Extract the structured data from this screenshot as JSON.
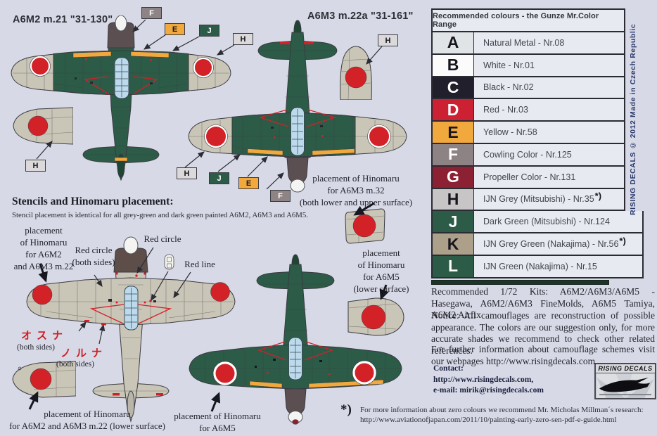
{
  "colors": {
    "background": "#d7dae6",
    "dark_green": "#2c5b47",
    "deep_green": "#1f4534",
    "grey_green": "#c9c5b7",
    "hinomaru_red": "#d32128",
    "yellow": "#f1a83c",
    "cowling_grey": "#5b4f52",
    "cowling_brown": "#5d4e49",
    "maroon": "#8d2134",
    "canopy_blue": "#bcdaec"
  },
  "titles": {
    "plane1": "A6M2 m.21 \"31-130\"",
    "plane2": "A6M3 m.22a \"31-161\""
  },
  "callout_letters": {
    "f": "F",
    "e": "E",
    "j": "J",
    "h": "H"
  },
  "stencil_section": {
    "heading": "Stencils and Hinomaru placement:",
    "body": "Stencil placement is identical for all grey-green and dark green painted A6M2, A6M3 and A6M5."
  },
  "annotations": {
    "hinomaru_a6m2_wing": "placement\nof Hinomaru\nfor A6M2\nand A6M3 m.22",
    "red_circle_both": "Red circle\n(both sides)",
    "red_circle": "Red circle",
    "red_line": "Red line",
    "hinomaru_a6m3_m32": "placement of Hinomaru\nfor A6M3 m.32\n(both lower and upper surface)",
    "hinomaru_a6m5_lower": "placement\nof Hinomaru\nfor A6M5\n(lower surface)",
    "osuna": "オスナ",
    "noruna": "ノルナ",
    "both_sides": "(both sides)",
    "hinomaru_lower_left": "placement of Hinomaru\nfor A6M2 and A6M3 m.22 (lower surface)",
    "hinomaru_a6m5": "placement of Hinomaru\nfor A6M5"
  },
  "color_chart": {
    "title": "Recommended colours - the Gunze Mr.Color Range",
    "rows": [
      {
        "letter": "A",
        "label": "Natural Metal - Nr.08",
        "note": "",
        "swatch": "#e1e4e6",
        "text": "#16161c",
        "wide": false
      },
      {
        "letter": "B",
        "label": "White - Nr.01",
        "note": "",
        "swatch": "#fbfbfc",
        "text": "#16161c",
        "wide": false
      },
      {
        "letter": "C",
        "label": "Black - Nr.02",
        "note": "",
        "swatch": "#211f2b",
        "text": "#ffffff",
        "wide": false
      },
      {
        "letter": "D",
        "label": "Red - Nr.03",
        "note": "",
        "swatch": "#cb2133",
        "text": "#ffffff",
        "wide": false
      },
      {
        "letter": "E",
        "label": "Yellow - Nr.58",
        "note": "",
        "swatch": "#f1a83c",
        "text": "#16161c",
        "wide": false
      },
      {
        "letter": "F",
        "label": "Cowling Color - Nr.125",
        "note": "",
        "swatch": "#8d8385",
        "text": "#ffffff",
        "wide": false
      },
      {
        "letter": "G",
        "label": "Propeller Color - Nr.131",
        "note": "",
        "swatch": "#8d2134",
        "text": "#ffffff",
        "wide": false
      },
      {
        "letter": "H",
        "label": "IJN Grey (Mitsubishi) - Nr.35",
        "note": "*)",
        "swatch": "#c7c5c6",
        "text": "#16161c",
        "wide": false
      },
      {
        "letter": "J",
        "label": "Dark Green (Mitsubishi) - Nr.124",
        "note": "",
        "swatch": "#2c5b47",
        "text": "#ffffff",
        "wide": true
      },
      {
        "letter": "K",
        "label": "IJN Grey Green (Nakajima) - Nr.56",
        "note": "*)",
        "swatch": "#aca08a",
        "text": "#16161c",
        "wide": true
      },
      {
        "letter": "L",
        "label": "IJN Green (Nakajima) - Nr.15",
        "note": "",
        "swatch": "#2c5b47",
        "text": "#ffffff",
        "wide": true
      }
    ]
  },
  "info_paragraphs": {
    "kits": "Recommended 1/72 Kits: A6M2/A6M3/A6M5 - Hasegawa, A6M2/A6M3 FineMolds, A6M5 Tamiya, A6M2 Airfix",
    "notice": "Notice: All camouflages are reconstruction of possible appearance. The colors are our suggestion only, for more accurate shades we recommend to check other related references.",
    "further": "For further information about camouflage schemes visit our webpages http://www.risingdecals.com"
  },
  "contact": {
    "heading": "Contact:",
    "web": "http://www.risingdecals.com,",
    "email": "e-mail: mirik@risingdecals.com"
  },
  "footnote": {
    "mark": "*)",
    "line1": "For more information about zero colours we recommend Mr. Micholas Millman´s research:",
    "line2": "http://www.aviationofjapan.com/2011/10/painting-early-zero-sen-pdf-e-guide.html"
  },
  "edge_text": "RISING DECALS © 2012 Made in Czech Republic",
  "logo_text": "RISING DECALS"
}
